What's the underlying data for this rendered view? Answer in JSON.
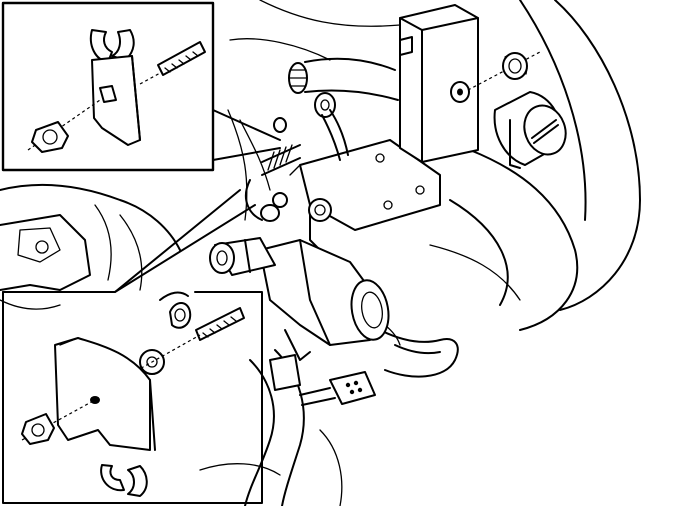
{
  "figure": {
    "background": "#ffffff",
    "line_color": "#000000",
    "callouts": [
      {
        "id": "top-left-detail",
        "parts": [
          "clip",
          "screw",
          "nut"
        ]
      },
      {
        "id": "bottom-left-detail",
        "parts": [
          "clip",
          "screw",
          "washer",
          "nut",
          "ring-tab",
          "bracket-plate"
        ]
      }
    ]
  }
}
